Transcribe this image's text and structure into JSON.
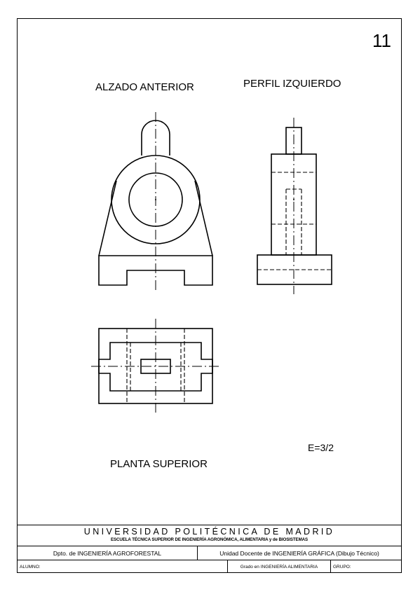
{
  "sheet": {
    "number": "11",
    "scale": "E=3/2"
  },
  "views": {
    "front": "ALZADO ANTERIOR",
    "side": "PERFIL IZQUIERDO",
    "top": "PLANTA SUPERIOR"
  },
  "title_block": {
    "university": "UNIVERSIDAD POLITÉCNICA DE MADRID",
    "school": "ESCUELA TÉCNICA SUPERIOR DE INGENIERÍA AGRONÓMICA, ALIMENTARIA y de BIOSISTEMAS",
    "department": "Dpto. de INGENIERÍA AGROFORESTAL",
    "unit": "Unidad Docente de INGENIERÍA GRÁFICA (Dibujo Técnico)",
    "student_label": "ALUMNO:",
    "degree": "Grado en INGENIERÍA ALIMENTARIA",
    "group_label": "GRUPO:"
  }
}
